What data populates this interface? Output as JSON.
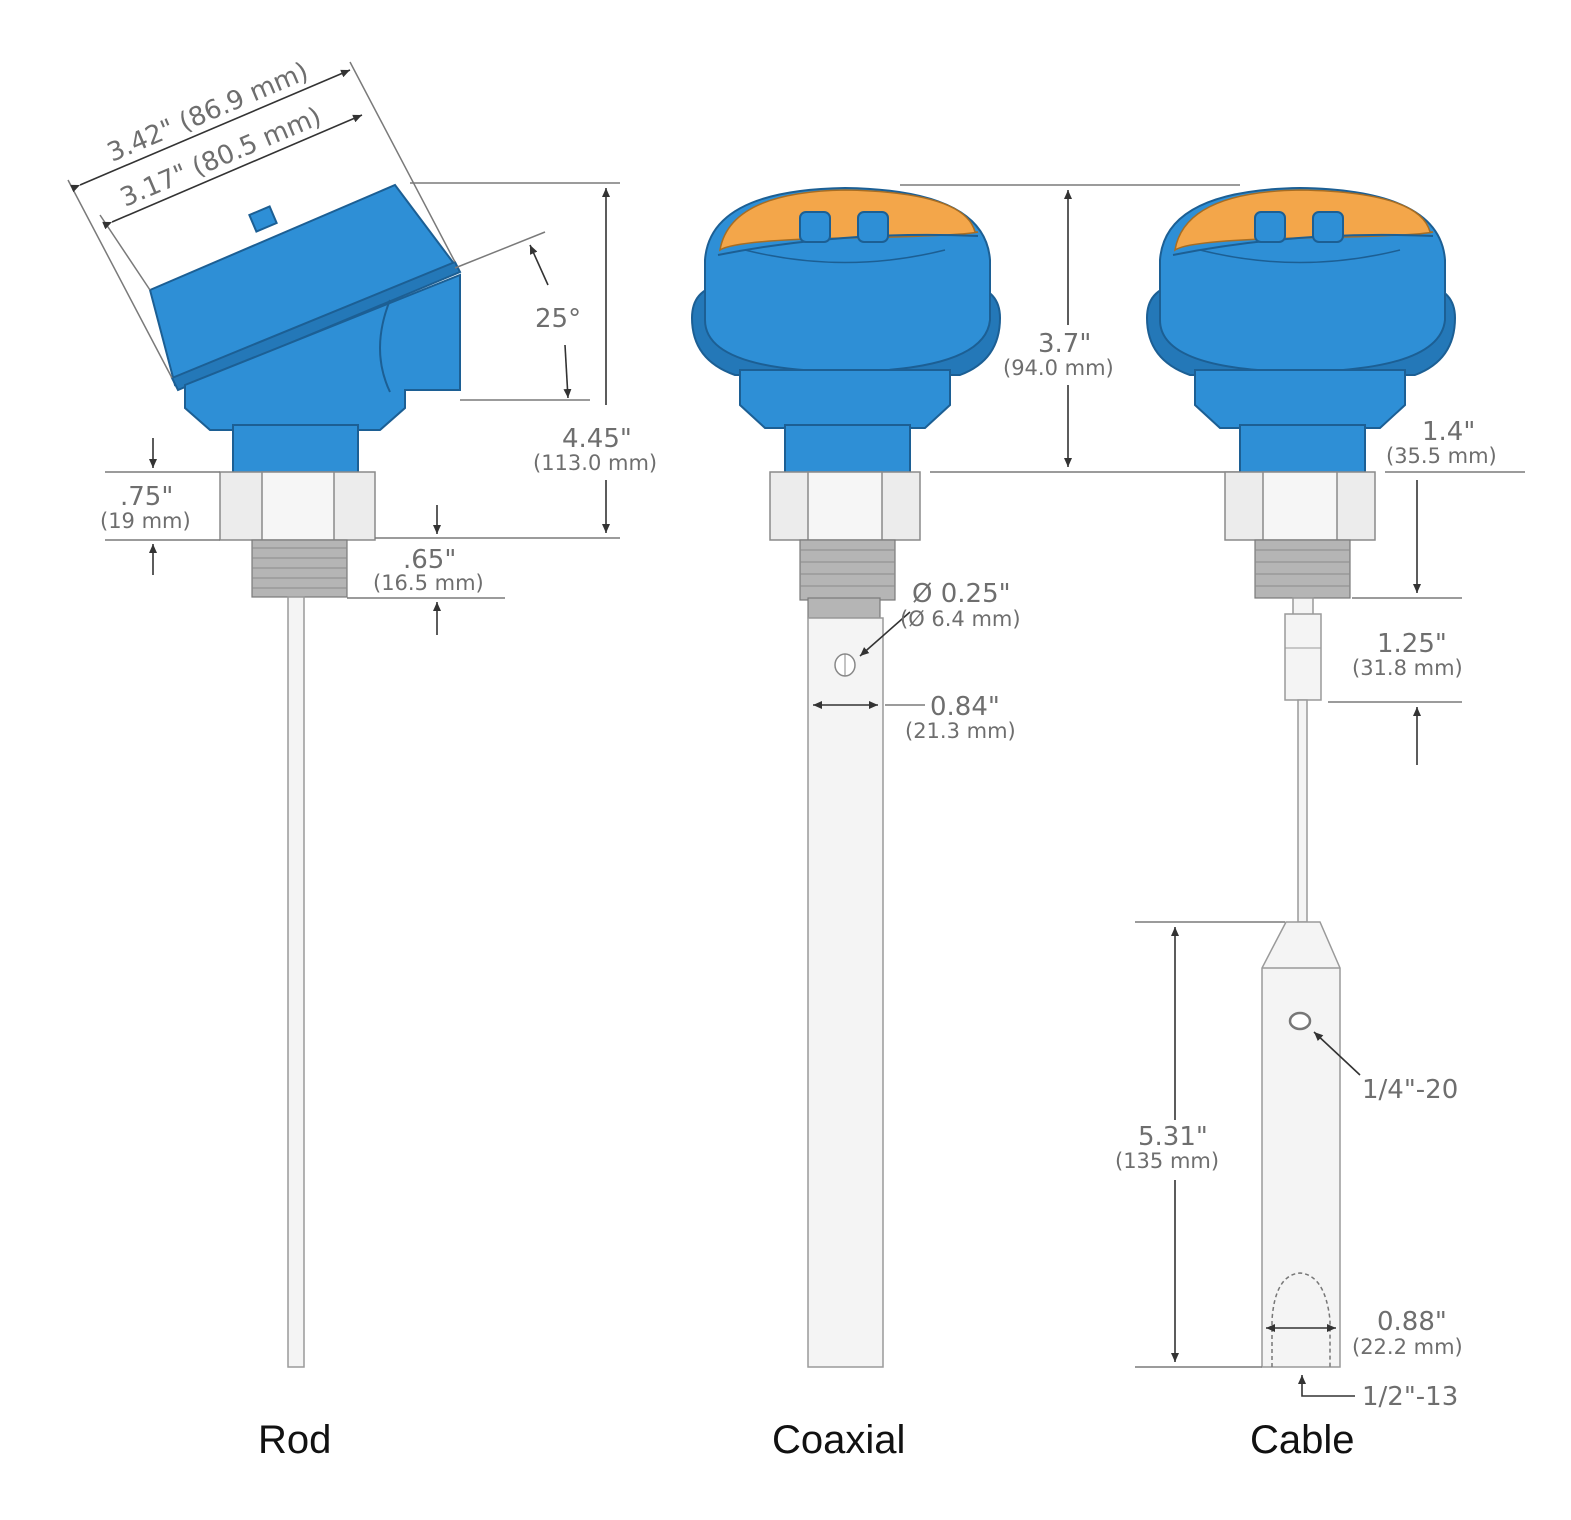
{
  "colors": {
    "housing_blue": "#2e8fd6",
    "cap_orange": "#f3a64a",
    "metal_gray": "#ececec",
    "dimension_gray": "#6e6e6e"
  },
  "probes": [
    {
      "id": "rod",
      "label": "Rod"
    },
    {
      "id": "coaxial",
      "label": "Coaxial"
    },
    {
      "id": "cable",
      "label": "Cable"
    }
  ],
  "dimensions": {
    "rod_outer_width": {
      "main": "3.42\" (86.9 mm)"
    },
    "rod_inner_width": {
      "main": "3.17\" (80.5 mm)"
    },
    "rod_angle": {
      "main": "25°"
    },
    "rod_height": {
      "main": "4.45\"",
      "sub": "(113.0 mm)"
    },
    "rod_hex": {
      "main": ".75\"",
      "sub": "(19 mm)"
    },
    "rod_thread": {
      "main": ".65\"",
      "sub": "(16.5 mm)"
    },
    "coax_height": {
      "main": "3.7\"",
      "sub": "(94.0 mm)"
    },
    "coax_hole": {
      "main": "Ø 0.25\"",
      "sub": "(Ø 6.4 mm)"
    },
    "coax_tube": {
      "main": "0.84\"",
      "sub": "(21.3 mm)"
    },
    "cable_upper": {
      "main": "1.4\"",
      "sub": "(35.5 mm)"
    },
    "cable_connector": {
      "main": "1.25\"",
      "sub": "(31.8 mm)"
    },
    "cable_weight_len": {
      "main": "5.31\"",
      "sub": "(135 mm)"
    },
    "cable_eye_thread": {
      "main": "1/4\"-20"
    },
    "cable_weight_dia": {
      "main": "0.88\"",
      "sub": "(22.2 mm)"
    },
    "cable_bottom_thread": {
      "main": "1/2\"-13"
    }
  }
}
